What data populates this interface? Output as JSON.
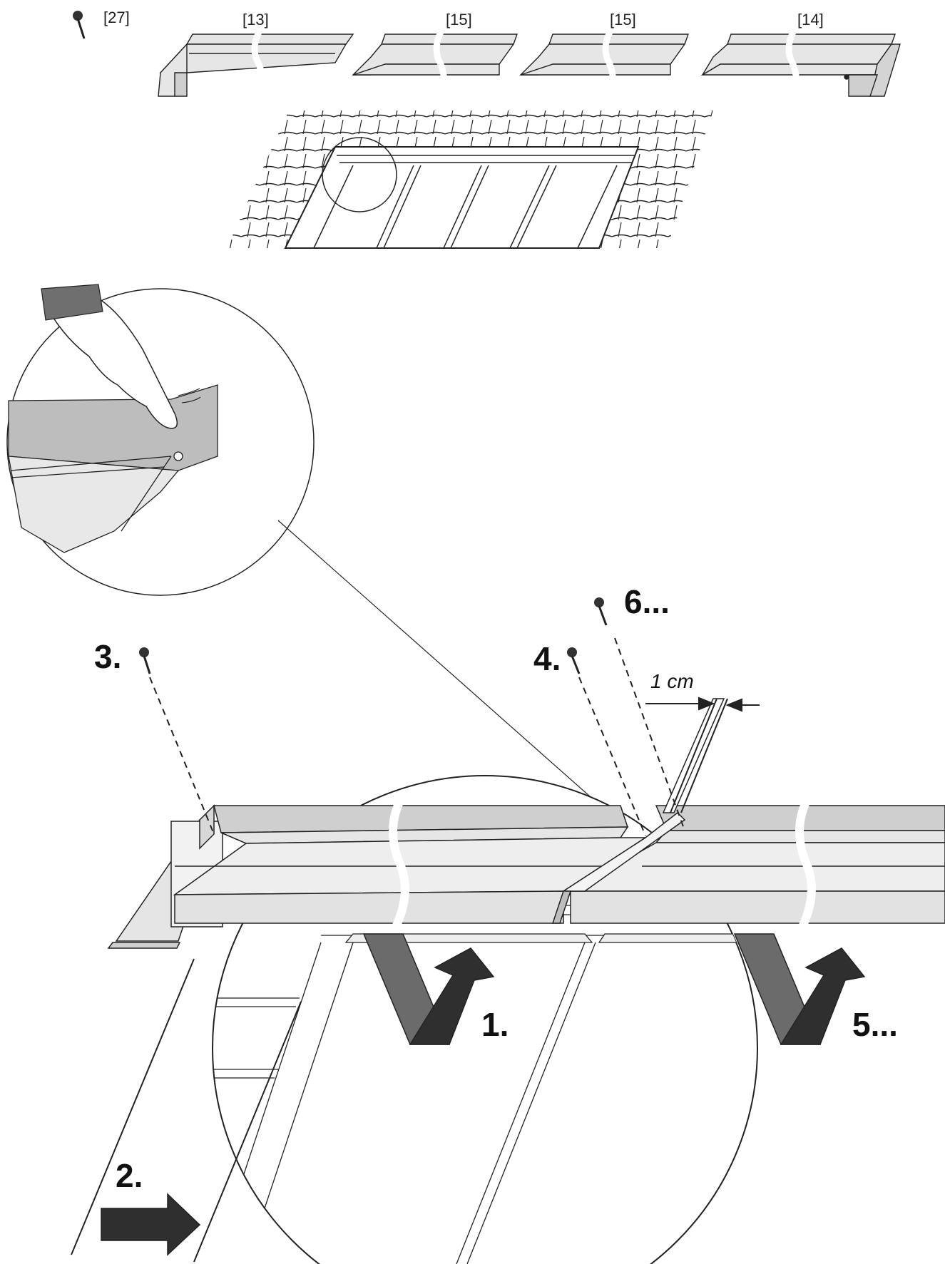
{
  "parts": {
    "screw": "[27]",
    "left_piece": "[13]",
    "middle_piece_a": "[15]",
    "middle_piece_b": "[15]",
    "right_piece": "[14]"
  },
  "steps": {
    "s1": "1.",
    "s2": "2.",
    "s3": "3.",
    "s4": "4.",
    "s5": "5...",
    "s6": "6..."
  },
  "dimension": {
    "gap": "1 cm"
  },
  "colors": {
    "line": "#222222",
    "flashing_light": "#e9e9e9",
    "flashing_mid": "#d2d2d2",
    "flashing_dark": "#bdbdbd",
    "arrow_band": "#6b6b6b",
    "arrow_head": "#3a3a3a",
    "sleeve": "#6f6f6f"
  }
}
